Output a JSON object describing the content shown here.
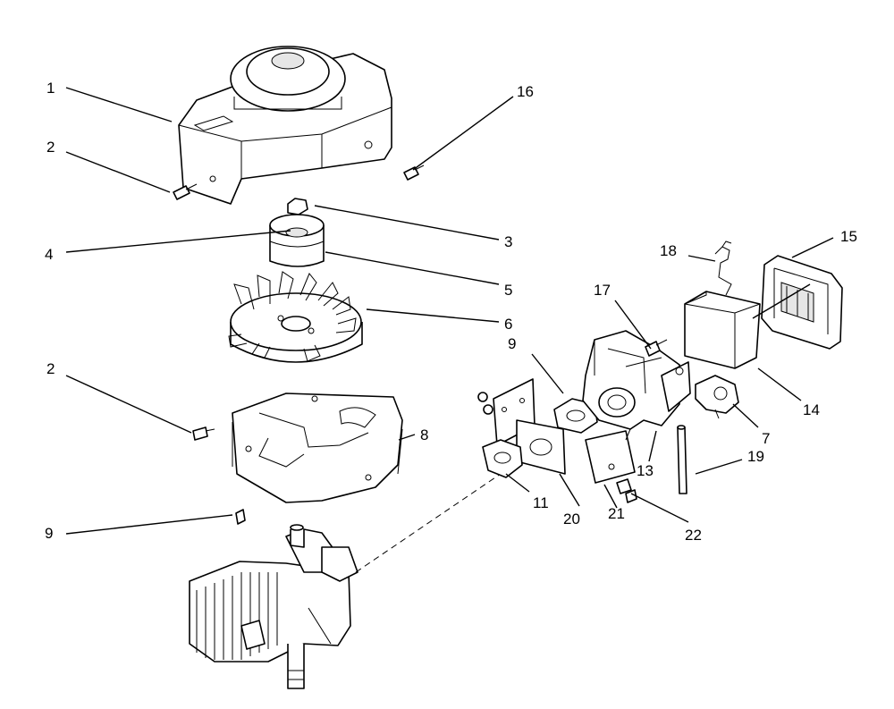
{
  "callouts": {
    "c1": "1",
    "c2a": "2",
    "c2b": "2",
    "c3": "3",
    "c4": "4",
    "c5": "5",
    "c6": "6",
    "c7": "7",
    "c8": "8",
    "c9a": "9",
    "c9b": "9",
    "c11": "11",
    "c13": "13",
    "c14": "14",
    "c15": "15",
    "c16": "16",
    "c17": "17",
    "c18": "18",
    "c19": "19",
    "c20": "20",
    "c21": "21",
    "c22": "22"
  },
  "colors": {
    "ink": "#000000",
    "paper": "#ffffff",
    "shade": "#e6e6e6"
  }
}
